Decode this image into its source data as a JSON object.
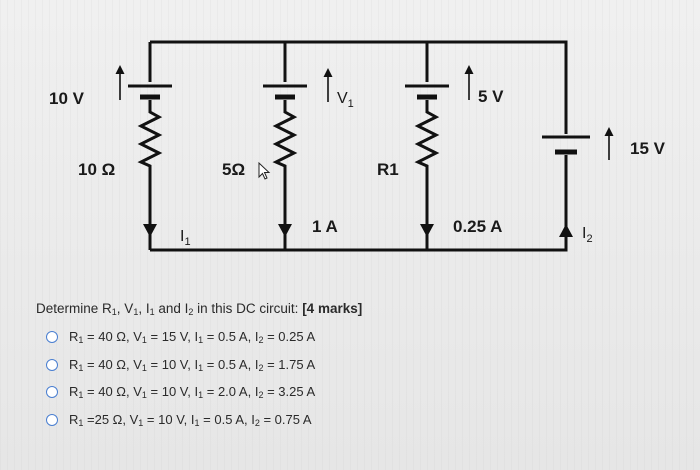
{
  "circuit": {
    "labels": {
      "source_left": "10 V",
      "resistor_left": "10 Ω",
      "resistor_mid": "5Ω",
      "voltage_mid_prefix": "V",
      "voltage_mid_sub": "1",
      "resistor_right": "R1",
      "source_right": "5 V",
      "source_far_right": "15 V",
      "current_left_prefix": "I",
      "current_left_sub": "1",
      "current_mid": "1 A",
      "current_right": "0.25 A",
      "current_far_right_prefix": "I",
      "current_far_right_sub": "2"
    }
  },
  "question": {
    "text_html": "Determine R<sub>1</sub>, V<sub>1</sub>, I<sub>1</sub> and I<sub>2</sub> in this DC circuit: ",
    "marks": "[4 marks]"
  },
  "options": [
    {
      "html": "R<sub>1</sub> = 40 Ω, V<sub>1</sub> = 15 V, I<sub>1</sub> = 0.5 A, I<sub>2</sub> = 0.25 A"
    },
    {
      "html": "R<sub>1</sub> = 40 Ω, V<sub>1</sub> = 10 V, I<sub>1</sub> = 0.5 A, I<sub>2</sub> = 1.75 A"
    },
    {
      "html": "R<sub>1</sub> = 40 Ω, V<sub>1</sub> = 10 V, I<sub>1</sub> = 2.0 A, I<sub>2</sub> = 3.25 A"
    },
    {
      "html": "R<sub>1</sub> =25 Ω, V<sub>1</sub> = 10 V, I<sub>1</sub> = 0.5 A, I<sub>2</sub> = 0.75 A"
    }
  ]
}
